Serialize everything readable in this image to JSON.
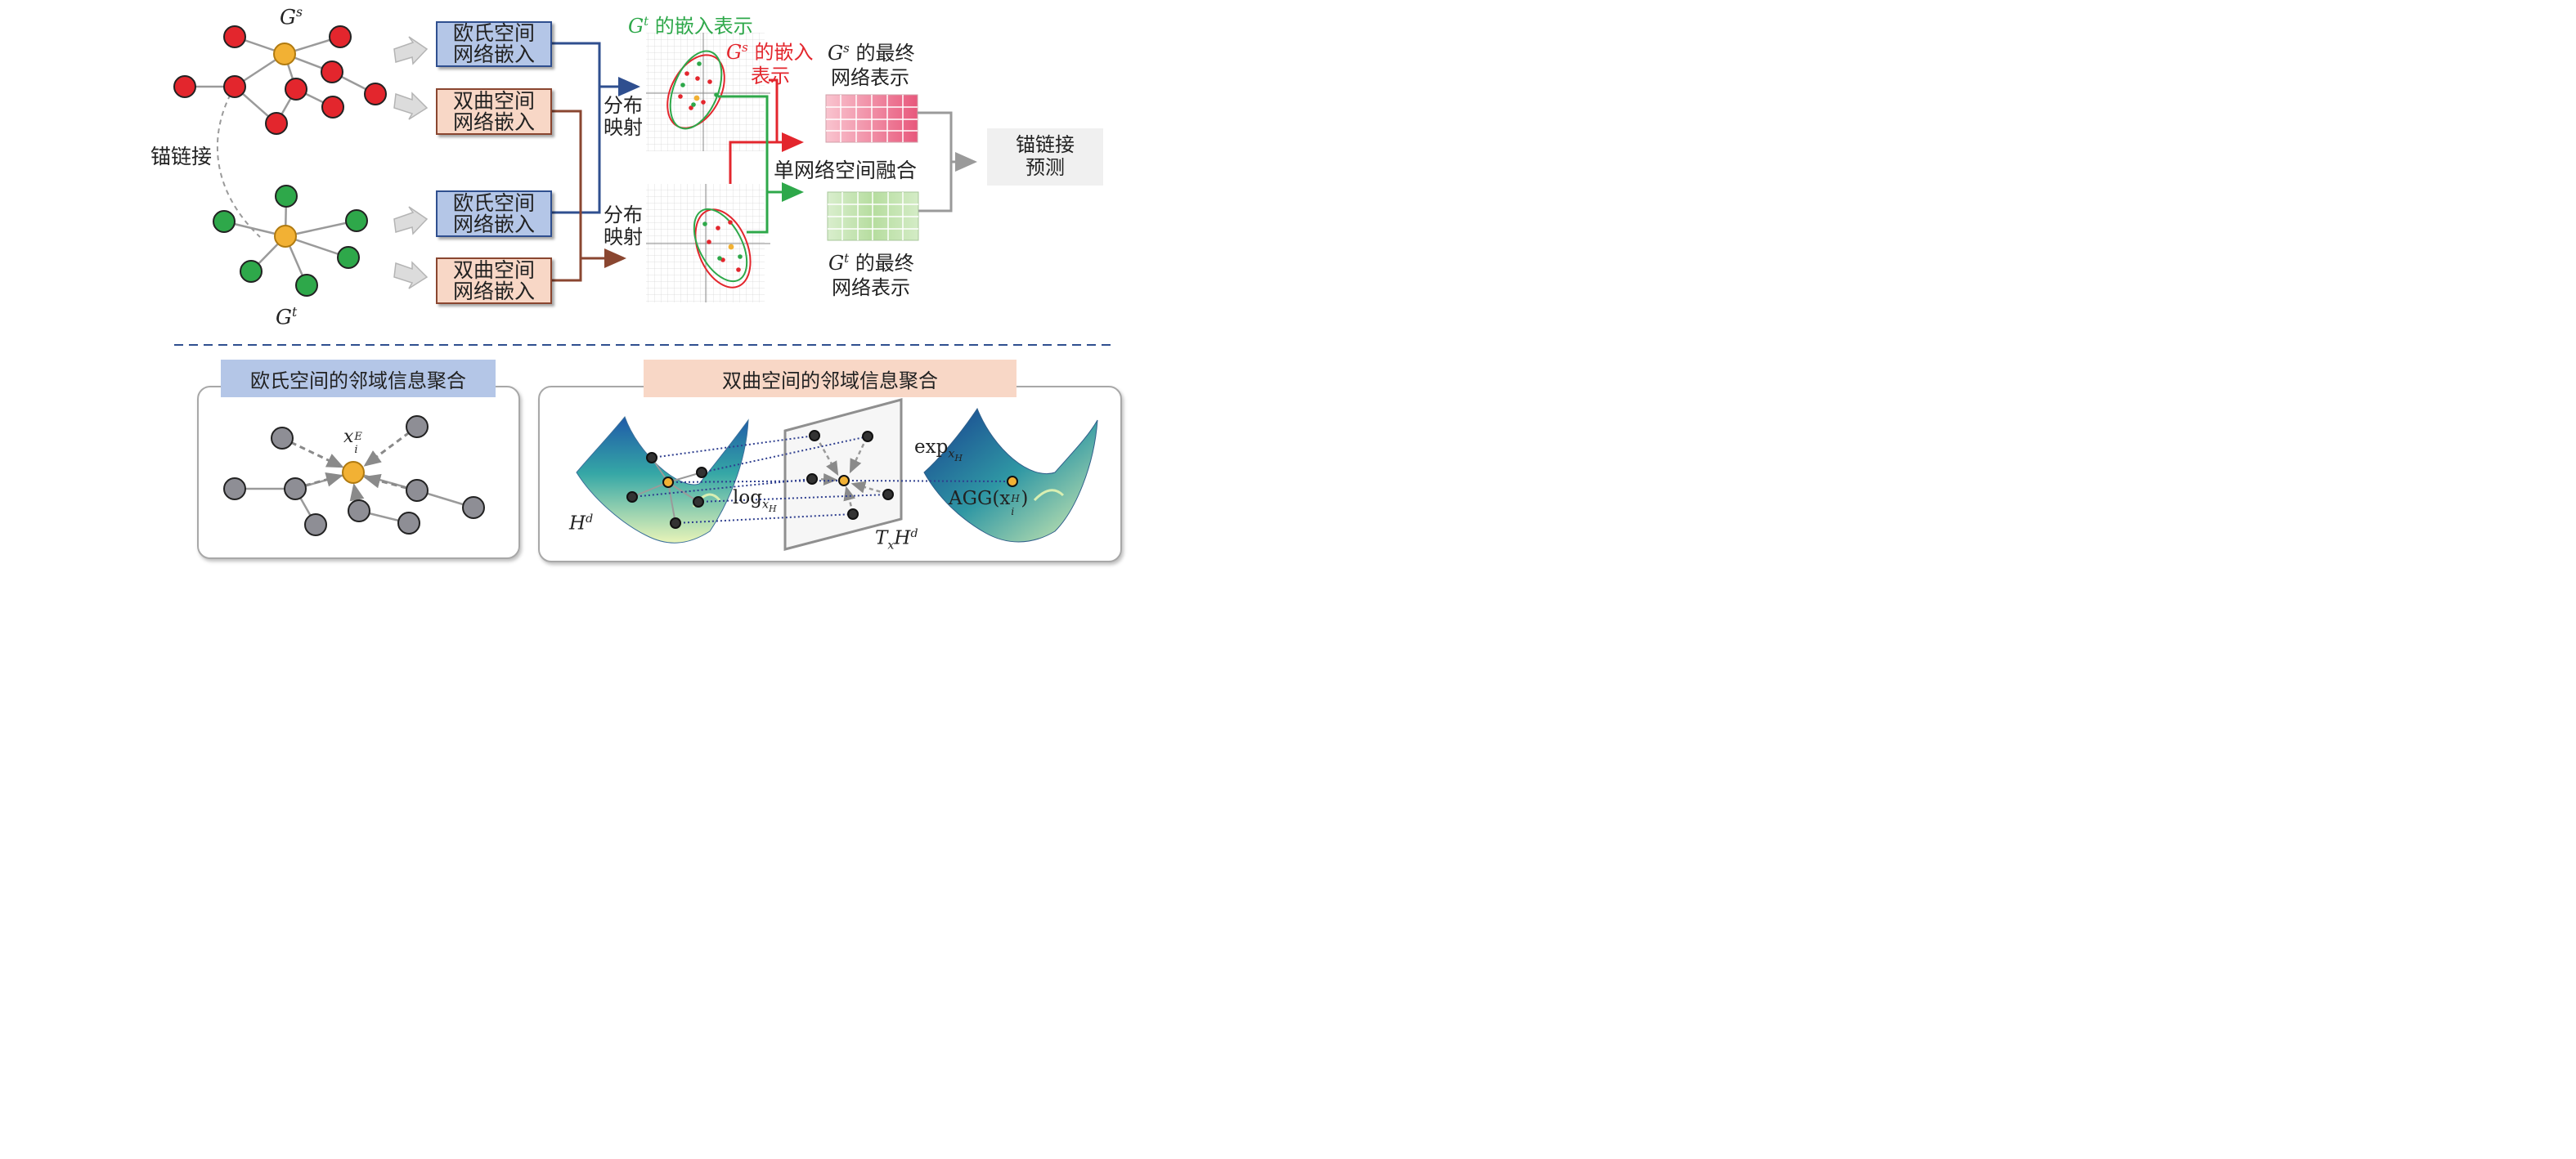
{
  "graphs": {
    "source_label": "G",
    "source_sup": "s",
    "target_label": "G",
    "target_sup": "t",
    "anchor_link_label": "锚链接"
  },
  "embedding_boxes": {
    "euclidean_line1": "欧氏空间",
    "euclidean_line2": "网络嵌入",
    "hyperbolic_line1": "双曲空间",
    "hyperbolic_line2": "网络嵌入"
  },
  "mapping": {
    "line1": "分布",
    "line2": "映射"
  },
  "embeddings": {
    "gt_embedding_label": "的嵌入表示",
    "gs_embedding_label_line1": "的嵌入",
    "gs_embedding_label_line2": "表示",
    "fusion_label": "单网络空间融合"
  },
  "final_representation": {
    "gs_final_line1": "的最终",
    "gs_final_line2": "网络表示",
    "gt_final_line1": "的最终",
    "gt_final_line2": "网络表示"
  },
  "prediction": {
    "line1": "锚链接",
    "line2": "预测"
  },
  "euclidean_panel": {
    "title": "欧氏空间的邻域信息聚合",
    "node_label": "x",
    "node_sub": "i",
    "node_sup": "E"
  },
  "hyperbolic_panel": {
    "title": "双曲空间的邻域信息聚合",
    "manifold_label": "H",
    "manifold_sup": "d",
    "log_label": "log",
    "log_sub": "x",
    "tangent_label_T": "T",
    "tangent_label_x": "x",
    "tangent_label_H": "H",
    "tangent_sup": "d",
    "exp_label": "exp",
    "exp_sub": "x",
    "agg_label": "AGG(x",
    "agg_sub": "i",
    "agg_sup": "H",
    "agg_close": ")"
  },
  "colors": {
    "red_node": "#e3262d",
    "green_node": "#2ea84a",
    "center_node": "#f2b134",
    "gray_node": "#8e8e95",
    "euclid_blue": "#2f4f8f",
    "hyper_brown": "#8a4630",
    "euclid_fill": "#b4c6e7",
    "hyper_fill": "#f8d7c6",
    "green_text": "#2ea84a",
    "red_text": "#e3262d"
  }
}
